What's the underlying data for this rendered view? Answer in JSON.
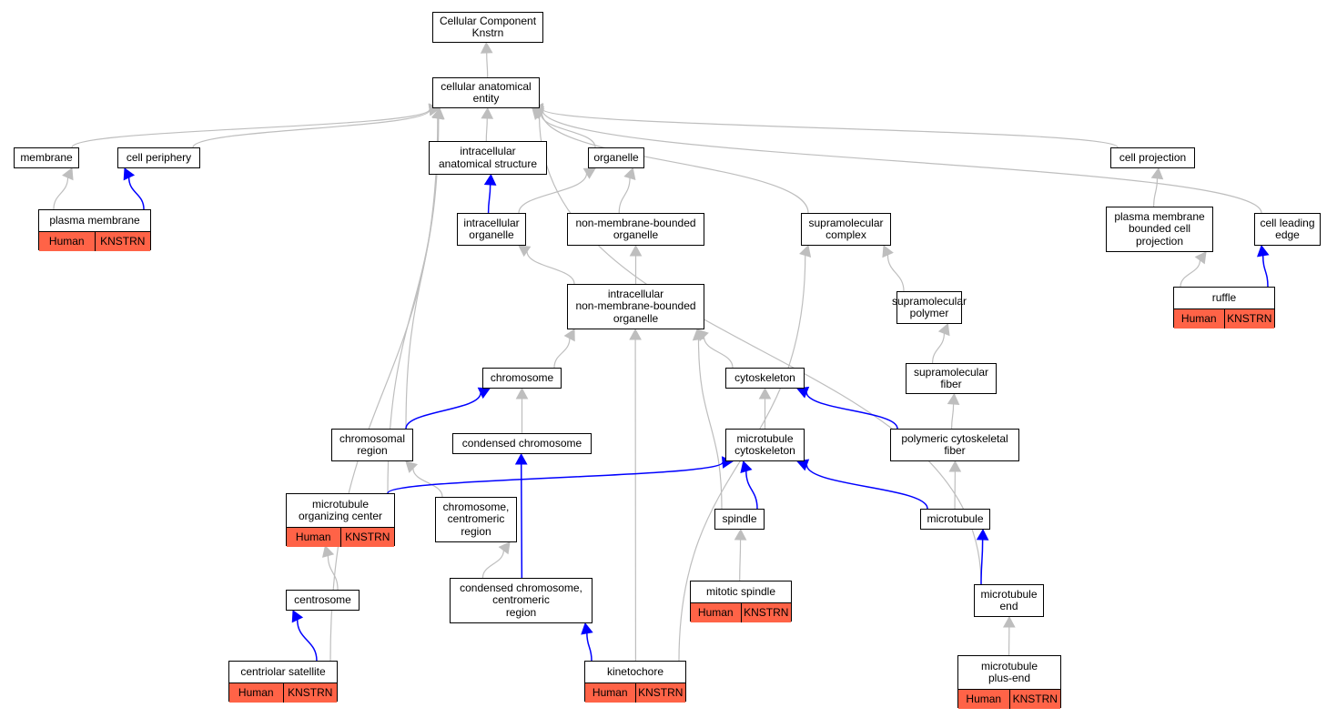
{
  "nodes": [
    {
      "id": "root",
      "label": "Cellular Component\nKnstrn"
    },
    {
      "id": "cae",
      "label": "cellular anatomical\nentity"
    },
    {
      "id": "membrane",
      "label": "membrane"
    },
    {
      "id": "cellperiphery",
      "label": "cell periphery"
    },
    {
      "id": "intraanat",
      "label": "intracellular\nanatomical structure"
    },
    {
      "id": "organelle",
      "label": "organelle"
    },
    {
      "id": "cellproj",
      "label": "cell projection"
    },
    {
      "id": "plasmamem",
      "label": "plasma membrane",
      "annotation": [
        "Human",
        "KNSTRN"
      ]
    },
    {
      "id": "intraorg",
      "label": "intracellular\norganelle"
    },
    {
      "id": "nonmemorg",
      "label": "non-membrane-bounded\norganelle"
    },
    {
      "id": "supracomplex",
      "label": "supramolecular\ncomplex"
    },
    {
      "id": "pmbcp",
      "label": "plasma membrane\nbounded cell\nprojection"
    },
    {
      "id": "leadingedge",
      "label": "cell leading\nedge"
    },
    {
      "id": "intranonmem",
      "label": "intracellular\nnon-membrane-bounded\norganelle"
    },
    {
      "id": "suprapolymer",
      "label": "supramolecular\npolymer"
    },
    {
      "id": "ruffle",
      "label": "ruffle",
      "annotation": [
        "Human",
        "KNSTRN"
      ]
    },
    {
      "id": "chromosome",
      "label": "chromosome"
    },
    {
      "id": "cytoskeleton",
      "label": "cytoskeleton"
    },
    {
      "id": "suprafiber",
      "label": "supramolecular\nfiber"
    },
    {
      "id": "chromregion",
      "label": "chromosomal\nregion"
    },
    {
      "id": "condchrom",
      "label": "condensed chromosome"
    },
    {
      "id": "mtcyto",
      "label": "microtubule\ncytoskeleton"
    },
    {
      "id": "polyfiber",
      "label": "polymeric cytoskeletal\nfiber"
    },
    {
      "id": "mtoc",
      "label": "microtubule\norganizing center",
      "annotation": [
        "Human",
        "KNSTRN"
      ]
    },
    {
      "id": "chromcent",
      "label": "chromosome,\ncentromeric\nregion"
    },
    {
      "id": "spindle",
      "label": "spindle"
    },
    {
      "id": "microtubule",
      "label": "microtubule"
    },
    {
      "id": "mitspindle",
      "label": "mitotic spindle",
      "annotation": [
        "Human",
        "KNSTRN"
      ]
    },
    {
      "id": "centrosome",
      "label": "centrosome"
    },
    {
      "id": "condcent",
      "label": "condensed chromosome,\ncentromeric\nregion"
    },
    {
      "id": "mtend",
      "label": "microtubule\nend"
    },
    {
      "id": "centsat",
      "label": "centriolar satellite",
      "annotation": [
        "Human",
        "KNSTRN"
      ]
    },
    {
      "id": "kinetochore",
      "label": "kinetochore",
      "annotation": [
        "Human",
        "KNSTRN"
      ]
    },
    {
      "id": "mtplusend",
      "label": "microtubule\nplus-end",
      "annotation": [
        "Human",
        "KNSTRN"
      ]
    }
  ],
  "edges": [
    {
      "from": "cae",
      "to": "root",
      "type": "is_a"
    },
    {
      "from": "membrane",
      "to": "cae",
      "type": "is_a"
    },
    {
      "from": "cellperiphery",
      "to": "cae",
      "type": "is_a"
    },
    {
      "from": "intraanat",
      "to": "cae",
      "type": "is_a"
    },
    {
      "from": "organelle",
      "to": "cae",
      "type": "is_a"
    },
    {
      "from": "cellproj",
      "to": "cae",
      "type": "is_a"
    },
    {
      "from": "leadingedge",
      "to": "cae",
      "type": "is_a"
    },
    {
      "from": "supracomplex",
      "to": "cae",
      "type": "is_a"
    },
    {
      "from": "chromregion",
      "to": "cae",
      "type": "is_a"
    },
    {
      "from": "mtoc",
      "to": "cae",
      "type": "is_a"
    },
    {
      "from": "centsat",
      "to": "cae",
      "type": "is_a"
    },
    {
      "from": "mtend",
      "to": "cae",
      "type": "is_a"
    },
    {
      "from": "plasmamem",
      "to": "membrane",
      "type": "is_a"
    },
    {
      "from": "plasmamem",
      "to": "cellperiphery",
      "type": "part_of"
    },
    {
      "from": "intraorg",
      "to": "intraanat",
      "type": "part_of"
    },
    {
      "from": "intraorg",
      "to": "organelle",
      "type": "is_a"
    },
    {
      "from": "nonmemorg",
      "to": "organelle",
      "type": "is_a"
    },
    {
      "from": "pmbcp",
      "to": "cellproj",
      "type": "is_a"
    },
    {
      "from": "ruffle",
      "to": "pmbcp",
      "type": "is_a"
    },
    {
      "from": "ruffle",
      "to": "leadingedge",
      "type": "part_of"
    },
    {
      "from": "intranonmem",
      "to": "intraorg",
      "type": "is_a"
    },
    {
      "from": "intranonmem",
      "to": "nonmemorg",
      "type": "is_a"
    },
    {
      "from": "suprapolymer",
      "to": "supracomplex",
      "type": "is_a"
    },
    {
      "from": "suprafiber",
      "to": "suprapolymer",
      "type": "is_a"
    },
    {
      "from": "chromosome",
      "to": "intranonmem",
      "type": "is_a"
    },
    {
      "from": "cytoskeleton",
      "to": "intranonmem",
      "type": "is_a"
    },
    {
      "from": "kinetochore",
      "to": "intranonmem",
      "type": "is_a"
    },
    {
      "from": "spindle",
      "to": "intranonmem",
      "type": "is_a"
    },
    {
      "from": "kinetochore",
      "to": "supracomplex",
      "type": "is_a"
    },
    {
      "from": "chromregion",
      "to": "chromosome",
      "type": "part_of"
    },
    {
      "from": "condchrom",
      "to": "chromosome",
      "type": "is_a"
    },
    {
      "from": "mtcyto",
      "to": "cytoskeleton",
      "type": "is_a"
    },
    {
      "from": "polyfiber",
      "to": "suprafiber",
      "type": "is_a"
    },
    {
      "from": "polyfiber",
      "to": "cytoskeleton",
      "type": "part_of"
    },
    {
      "from": "chromcent",
      "to": "chromregion",
      "type": "is_a"
    },
    {
      "from": "mtoc",
      "to": "mtcyto",
      "type": "part_of"
    },
    {
      "from": "spindle",
      "to": "mtcyto",
      "type": "part_of"
    },
    {
      "from": "microtubule",
      "to": "polyfiber",
      "type": "is_a"
    },
    {
      "from": "microtubule",
      "to": "mtcyto",
      "type": "part_of"
    },
    {
      "from": "mitspindle",
      "to": "spindle",
      "type": "is_a"
    },
    {
      "from": "centrosome",
      "to": "mtoc",
      "type": "is_a"
    },
    {
      "from": "condcent",
      "to": "chromcent",
      "type": "is_a"
    },
    {
      "from": "condcent",
      "to": "condchrom",
      "type": "part_of"
    },
    {
      "from": "mtend",
      "to": "microtubule",
      "type": "part_of"
    },
    {
      "from": "centsat",
      "to": "centrosome",
      "type": "part_of"
    },
    {
      "from": "kinetochore",
      "to": "condcent",
      "type": "part_of"
    },
    {
      "from": "mtplusend",
      "to": "mtend",
      "type": "is_a"
    }
  ],
  "colors": {
    "is_a_edge": "#BEBEBE",
    "part_of_edge": "#0000FF",
    "annotation_fill": "#FF6347",
    "node_border": "#000000",
    "background": "#FFFFFF"
  }
}
